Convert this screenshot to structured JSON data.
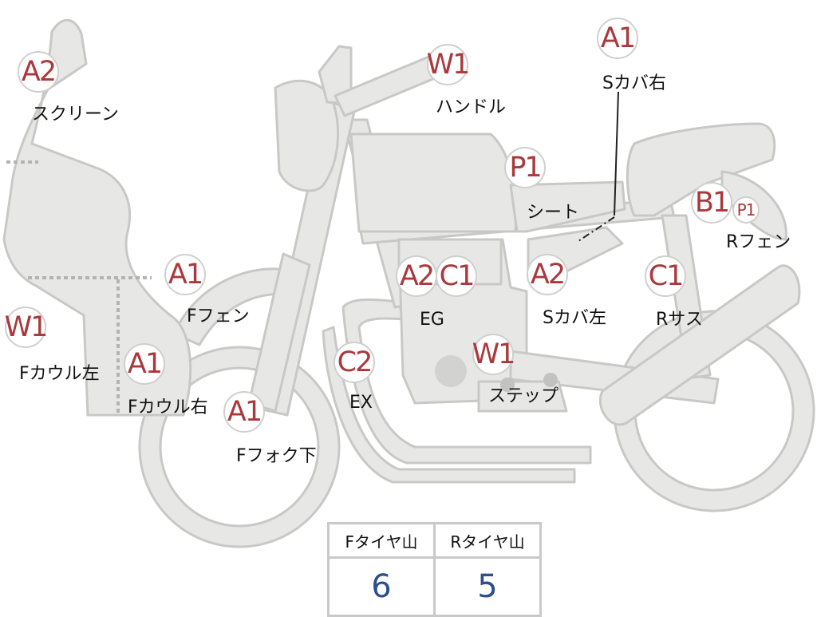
{
  "badges": {
    "screen": "A2",
    "handle": "W1",
    "scover_right": "A1",
    "seat": "P1",
    "rfender_main": "B1",
    "rfender_small": "P1",
    "ffender": "A1",
    "engine_a": "A2",
    "engine_c": "C1",
    "scover_left": "A2",
    "rsus": "C1",
    "fcowl_left": "W1",
    "fcowl_right": "A1",
    "exhaust": "C2",
    "step": "W1",
    "ffork": "A1"
  },
  "labels": {
    "screen": "スクリーン",
    "handle": "ハンドル",
    "scover_right": "Sカバ右",
    "seat": "シート",
    "rfender": "Rフェン",
    "ffender": "Fフェン",
    "engine": "EG",
    "scover_left": "Sカバ左",
    "rsus": "Rサス",
    "fcowl_left": "Fカウル左",
    "fcowl_right": "Fカウル右",
    "exhaust": "EX",
    "step": "ステップ",
    "ffork": "Fフォク下"
  },
  "tire_table": {
    "front_header": "Fタイヤ山",
    "rear_header": "Rタイヤ山",
    "front_value": "6",
    "rear_value": "5"
  }
}
